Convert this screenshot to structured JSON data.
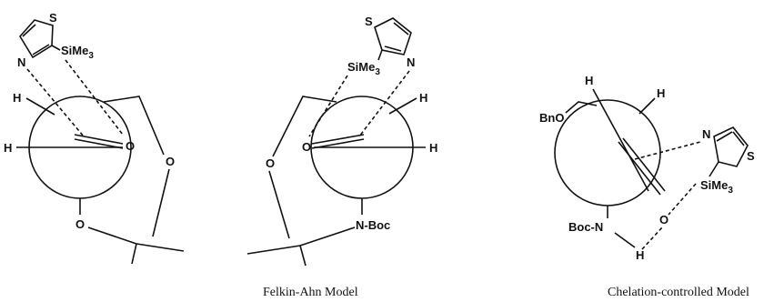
{
  "captions": {
    "felkin_ahn": "Felkin-Ahn Model",
    "chelation": "Chelation-controlled Model"
  },
  "left_model": {
    "thiazole_s": "S",
    "thiazole_n": "N",
    "silyl": "SiMe3",
    "h_top": "H",
    "h_left": "H",
    "o_carbonyl": "O",
    "o_ring_right": "O",
    "o_ring_bottom": "O"
  },
  "middle_model": {
    "thiazole_s": "S",
    "thiazole_n": "N",
    "silyl": "SiMe3",
    "h_top": "H",
    "h_right": "H",
    "o_carbonyl": "O",
    "o_ring_left": "O",
    "n_boc": "N-Boc"
  },
  "right_model": {
    "bno": "BnO",
    "h_top_left": "H",
    "h_top_right": "H",
    "thiazole_n": "N",
    "thiazole_s": "S",
    "silyl": "SiMe3",
    "boc_n": "Boc-N",
    "o_carbonyl": "O",
    "h_nh": "H"
  }
}
